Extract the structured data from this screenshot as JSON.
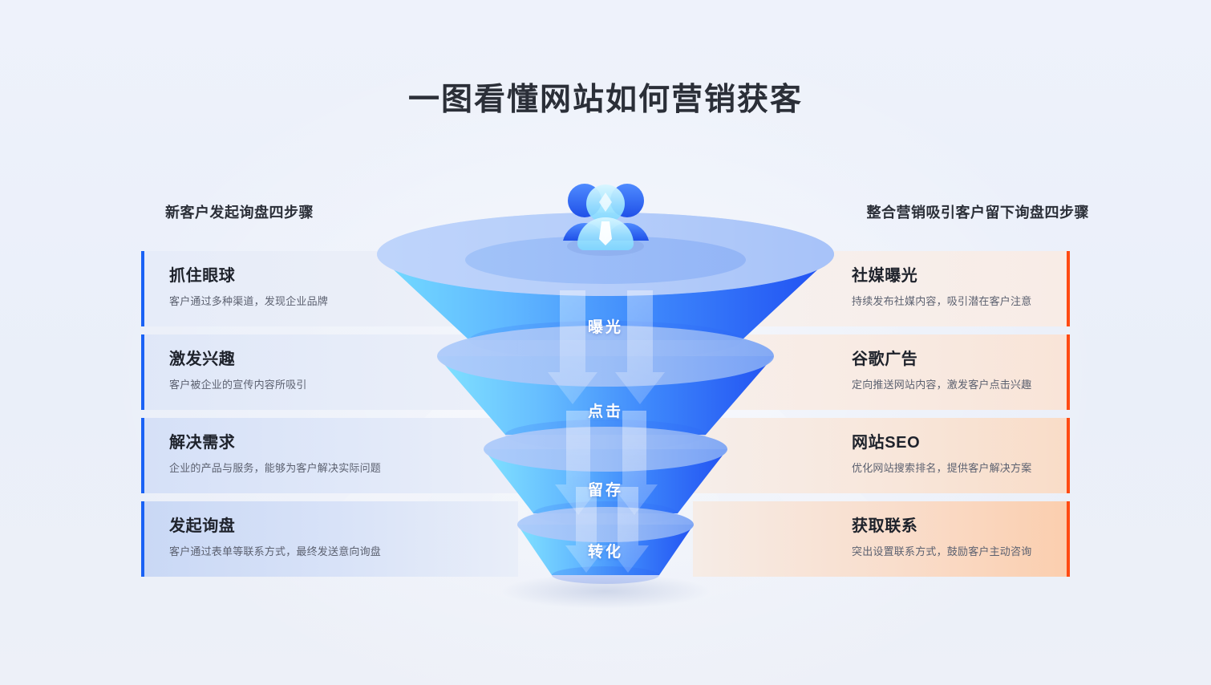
{
  "title": "一图看懂网站如何营销获客",
  "columns": {
    "left": {
      "heading": "新客户发起询盘四步骤",
      "accent": "#1a62f5",
      "cards": [
        {
          "title": "抓住眼球",
          "desc": "客户通过多种渠道，发现企业品牌"
        },
        {
          "title": "激发兴趣",
          "desc": "客户被企业的宣传内容所吸引"
        },
        {
          "title": "解决需求",
          "desc": "企业的产品与服务，能够为客户解决实际问题"
        },
        {
          "title": "发起询盘",
          "desc": "客户通过表单等联系方式，最终发送意向询盘"
        }
      ]
    },
    "right": {
      "heading": "整合营销吸引客户留下询盘四步骤",
      "accent": "#ff4a12",
      "cards": [
        {
          "title": "社媒曝光",
          "desc": "持续发布社媒内容，吸引潜在客户注意"
        },
        {
          "title": "谷歌广告",
          "desc": "定向推送网站内容，激发客户点击兴趣"
        },
        {
          "title": "网站SEO",
          "desc": "优化网站搜索排名，提供客户解决方案"
        },
        {
          "title": "获取联系",
          "desc": "突出设置联系方式，鼓励客户主动咨询"
        }
      ]
    }
  },
  "funnel": {
    "icon": "people-group-icon",
    "stages": [
      {
        "label": "曝光"
      },
      {
        "label": "点击"
      },
      {
        "label": "留存"
      },
      {
        "label": "转化"
      }
    ]
  },
  "colors": {
    "background": "#edf1fa",
    "title_text": "#2b2f38",
    "left_accent": "#1a62f5",
    "right_accent": "#ff4a12",
    "funnel_light": "#7fdcff",
    "funnel_deep": "#1d4cf0"
  }
}
